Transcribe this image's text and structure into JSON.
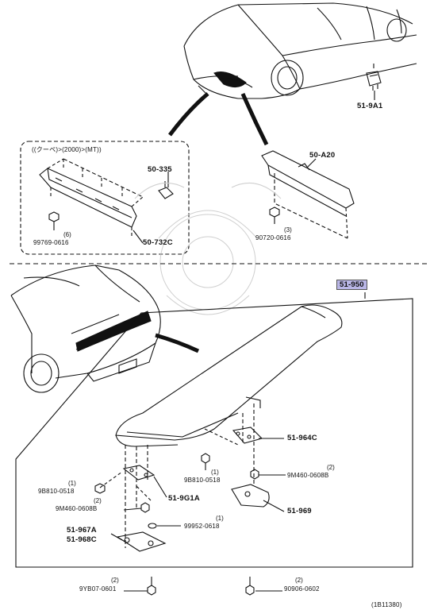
{
  "top_section": {
    "subassembly_note": "((クーペ)>(2000)>(MT))",
    "parts": {
      "p50_335": "50-335",
      "p50_732C": "50-732C",
      "p50_A20": "50-A20",
      "p51_9A1": "51-9A1",
      "bolt_99769": "99769-0616",
      "bolt_99769_qty": "(6)",
      "bolt_90720": "90720-0616",
      "bolt_90720_qty": "(3)"
    }
  },
  "bottom_section": {
    "main_part": "51-950",
    "parts": {
      "p51_964C": "51-964C",
      "p51_969": "51-969",
      "p51_9G1A": "51-9G1A",
      "p51_967A": "51-967A",
      "p51_968C": "51-968C",
      "b9B810_left": "9B810-0518",
      "b9B810_left_qty": "(1)",
      "b9B810_mid": "9B810-0518",
      "b9B810_mid_qty": "(1)",
      "b9M460_right": "9M460-0608B",
      "b9M460_right_qty": "(2)",
      "b9M460_left": "9M460-0608B",
      "b9M460_left_qty": "(2)",
      "w99952": "99952-0618",
      "w99952_qty": "(1)",
      "b9YB07": "9YB07-0601",
      "b9YB07_qty": "(2)",
      "b90906": "90906-0602",
      "b90906_qty": "(2)"
    }
  },
  "diagram_code": "(1B11380)",
  "colors": {
    "highlight": "#b9b6e6",
    "line": "#111111"
  }
}
